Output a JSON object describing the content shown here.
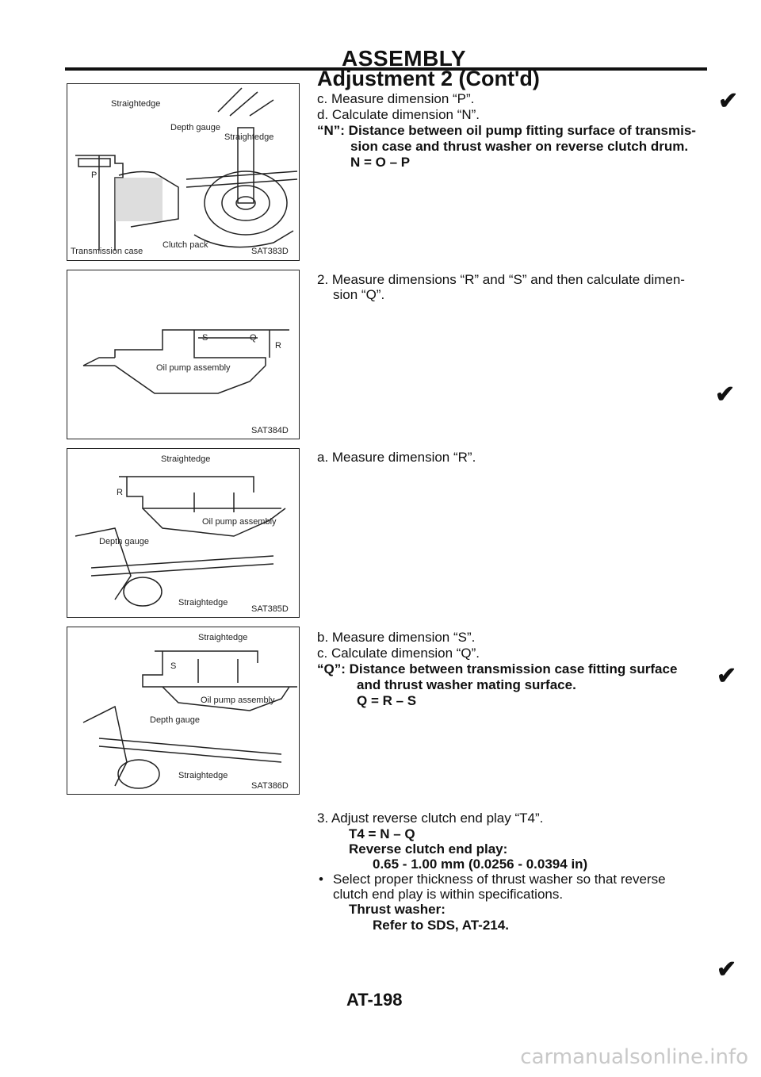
{
  "header": {
    "section_title": "ASSEMBLY",
    "subtitle": "Adjustment 2 (Cont'd)"
  },
  "figures": {
    "fig1": {
      "code": "SAT383D",
      "labels": [
        "Straightedge",
        "Depth gauge",
        "Straightedge",
        "P",
        "Transmission case",
        "Clutch pack"
      ]
    },
    "fig2": {
      "code": "SAT384D",
      "labels": [
        "S",
        "Q",
        "R",
        "Oil pump assembly"
      ]
    },
    "fig3": {
      "code": "SAT385D",
      "labels": [
        "Straightedge",
        "R",
        "Oil pump assembly",
        "Depth gauge",
        "Straightedge"
      ]
    },
    "fig4": {
      "code": "SAT386D",
      "labels": [
        "Straightedge",
        "S",
        "Oil pump assembly",
        "Depth gauge",
        "Straightedge"
      ]
    }
  },
  "text": {
    "b1_c": "c. Measure dimension “P”.",
    "b1_d": "d. Calculate dimension “N”.",
    "b1_n1": "“N”: Distance between oil pump fitting surface of transmis-",
    "b1_n2": "sion case and thrust washer on reverse clutch drum.",
    "b1_formula": "N = O – P",
    "b2_1": "2. Measure dimensions “R” and “S” and then calculate dimen-",
    "b2_2": "sion “Q”.",
    "b3_a": "a. Measure dimension “R”.",
    "b4_b": "b. Measure dimension “S”.",
    "b4_c": "c. Calculate dimension “Q”.",
    "b4_q1": "“Q”: Distance between transmission case fitting surface",
    "b4_q2": "and thrust washer mating surface.",
    "b4_formula": "Q = R – S",
    "b5_1": "3. Adjust reverse clutch end play “T4”.",
    "b5_formula": "T4 = N – Q",
    "b5_label": "Reverse clutch end play:",
    "b5_value": "0.65 - 1.00 mm (0.0256 - 0.0394 in)",
    "b5_bullet1": "Select proper thickness of thrust washer so that reverse",
    "b5_bullet2": "clutch end play is within specifications.",
    "b5_thrust": "Thrust washer:",
    "b5_ref": "Refer to SDS, AT-214."
  },
  "footer": {
    "page": "AT-198",
    "watermark": "carmanualsonline.info"
  }
}
